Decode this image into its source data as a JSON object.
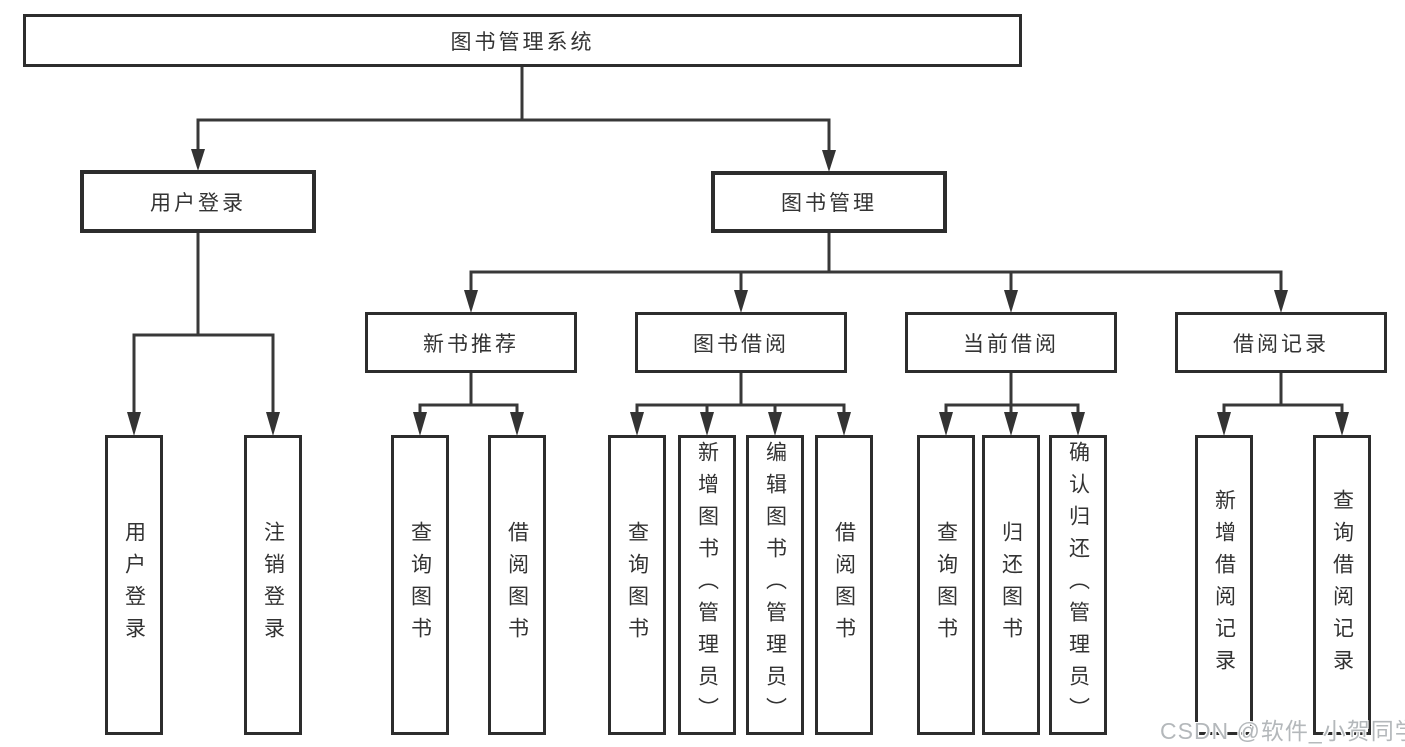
{
  "tree": {
    "label": "图书管理系统",
    "children": [
      {
        "label": "用户登录",
        "children": [
          {
            "label": "用户登录"
          },
          {
            "label": "注销登录"
          }
        ]
      },
      {
        "label": "图书管理",
        "children": [
          {
            "label": "新书推荐",
            "children": [
              {
                "label": "查询图书"
              },
              {
                "label": "借阅图书"
              }
            ]
          },
          {
            "label": "图书借阅",
            "children": [
              {
                "label": "查询图书"
              },
              {
                "label": "新增图书（管理员）"
              },
              {
                "label": "编辑图书（管理员）"
              },
              {
                "label": "借阅图书"
              }
            ]
          },
          {
            "label": "当前借阅",
            "children": [
              {
                "label": "查询图书"
              },
              {
                "label": "归还图书"
              },
              {
                "label": "确认归还（管理员）"
              }
            ]
          },
          {
            "label": "借阅记录",
            "children": [
              {
                "label": "新增借阅记录"
              },
              {
                "label": "查询借阅记录"
              }
            ]
          }
        ]
      }
    ]
  },
  "watermark": {
    "text": "CSDN @软件_小贺同学"
  },
  "colors": {
    "background": "#ffffff",
    "box_border": "#2d2d2d",
    "connector_line": "#383838",
    "arrowhead": "#333333",
    "text": "#333333",
    "watermark_text": "#b4b8bb"
  }
}
